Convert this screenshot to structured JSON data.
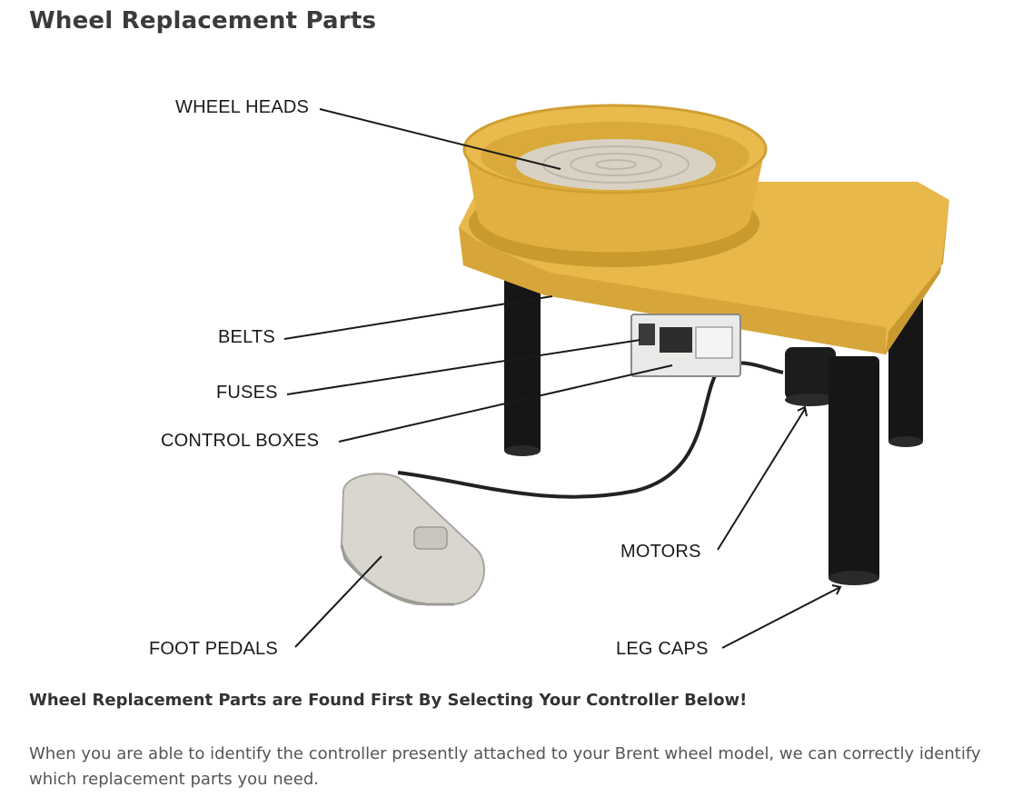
{
  "page": {
    "title": "Wheel Replacement Parts",
    "heading": "Wheel Replacement Parts are Found First By Selecting Your Controller Below!",
    "intro": "When you are able to identify the controller presently attached to your Brent wheel model, we can correctly identify which replacement parts you need."
  },
  "diagram": {
    "labels": {
      "wheel_heads": "WHEEL HEADS",
      "belts": "BELTS",
      "fuses": "FUSES",
      "control_boxes": "CONTROL BOXES",
      "motors": "MOTORS",
      "foot_pedals": "FOOT PEDALS",
      "leg_caps": "LEG CAPS"
    },
    "colors": {
      "body": "#e8b84a",
      "body_shadow": "#c99a2e",
      "wheel_head": "#d9d2c4",
      "legs": "#161616",
      "pedal": "#d8d6cf",
      "leader_line": "#1a1a1a"
    }
  }
}
